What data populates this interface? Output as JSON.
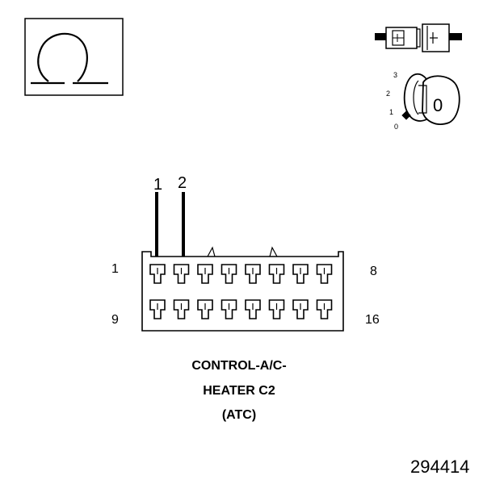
{
  "icons": {
    "ohmmeter": "omega-icon",
    "disconnect": "connector-disconnect-icon",
    "ignition": "ignition-key-icon"
  },
  "ignition": {
    "positions": [
      "3",
      "2",
      "1",
      "0"
    ],
    "key_label": "0"
  },
  "probes": {
    "labels": [
      "1",
      "2"
    ]
  },
  "connector": {
    "pin_first_top": "1",
    "pin_last_top": "8",
    "pin_first_bottom": "9",
    "pin_last_bottom": "16",
    "name_lines": [
      "CONTROL-A/C-",
      "HEATER C2",
      "(ATC)"
    ]
  },
  "figure_number": "294414"
}
